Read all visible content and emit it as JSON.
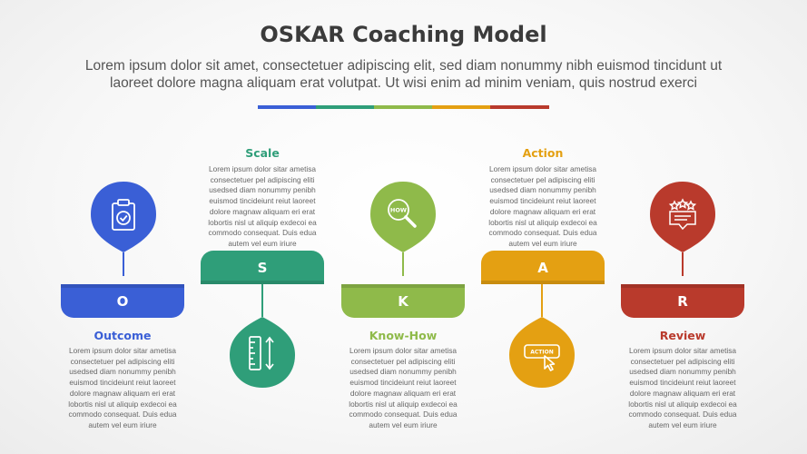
{
  "title": "OSKAR Coaching Model",
  "subtitle_line1": "Lorem ipsum dolor sit amet, consectetuer adipiscing elit, sed diam nonummy nibh euismod tincidunt ut",
  "subtitle_line2": "laoreet dolore magna aliquam erat volutpat. Ut wisi enim ad minim veniam, quis nostrud exerci",
  "colors": {
    "blue": "#3a5fd6",
    "teal": "#2f9e79",
    "olive": "#8fba4a",
    "orange": "#e4a012",
    "red": "#b93a2c"
  },
  "steps": [
    {
      "letter": "O",
      "heading": "Outcome",
      "icon": "clipboard-check-icon",
      "color": "#3a5fd6",
      "text": [
        "Lorem ipsum dolor sitar ametisa",
        "consectetuer pel adipiscing eliti",
        "usedsed diam nonummy penibh",
        "euismod tincideiunt reiut laoreet",
        "dolore magnaw aliquam eri erat",
        "lobortis nisl ut aliquip exdecoi ea",
        "commodo consequat. Duis edua",
        "autem vel eum iriure"
      ]
    },
    {
      "letter": "S",
      "heading": "Scale",
      "icon": "ruler-icon",
      "color": "#2f9e79",
      "text": [
        "Lorem ipsum dolor sitar ametisa",
        "consectetuer pel adipiscing eliti",
        "usedsed diam nonummy penibh",
        "euismod tincideiunt reiut laoreet",
        "dolore magnaw aliquam eri erat",
        "lobortis nisl ut aliquip exdecoi ea",
        "commodo consequat. Duis edua",
        "autem vel eum iriure"
      ]
    },
    {
      "letter": "K",
      "heading": "Know-How",
      "icon": "how-magnifier-icon",
      "icon_text": "HOW",
      "color": "#8fba4a",
      "text": [
        "Lorem ipsum dolor sitar ametisa",
        "consectetuer pel adipiscing eliti",
        "usedsed diam nonummy penibh",
        "euismod tincideiunt reiut laoreet",
        "dolore magnaw aliquam eri erat",
        "lobortis nisl ut aliquip exdecoi ea",
        "commodo consequat. Duis edua",
        "autem vel eum iriure"
      ]
    },
    {
      "letter": "A",
      "heading": "Action",
      "icon": "action-button-icon",
      "icon_text": "ACTION",
      "color": "#e4a012",
      "text": [
        "Lorem ipsum dolor sitar ametisa",
        "consectetuer pel adipiscing eliti",
        "usedsed diam nonummy penibh",
        "euismod tincideiunt reiut laoreet",
        "dolore magnaw aliquam eri erat",
        "lobortis nisl ut aliquip exdecoi ea",
        "commodo consequat. Duis edua",
        "autem vel eum iriure"
      ]
    },
    {
      "letter": "R",
      "heading": "Review",
      "icon": "review-stars-icon",
      "color": "#b93a2c",
      "text": [
        "Lorem ipsum dolor sitar ametisa",
        "consectetuer pel adipiscing eliti",
        "usedsed diam nonummy penibh",
        "euismod tincideiunt reiut laoreet",
        "dolore magnaw aliquam eri erat",
        "lobortis nisl ut aliquip exdecoi ea",
        "commodo consequat. Duis edua",
        "autem vel eum iriure"
      ]
    }
  ]
}
